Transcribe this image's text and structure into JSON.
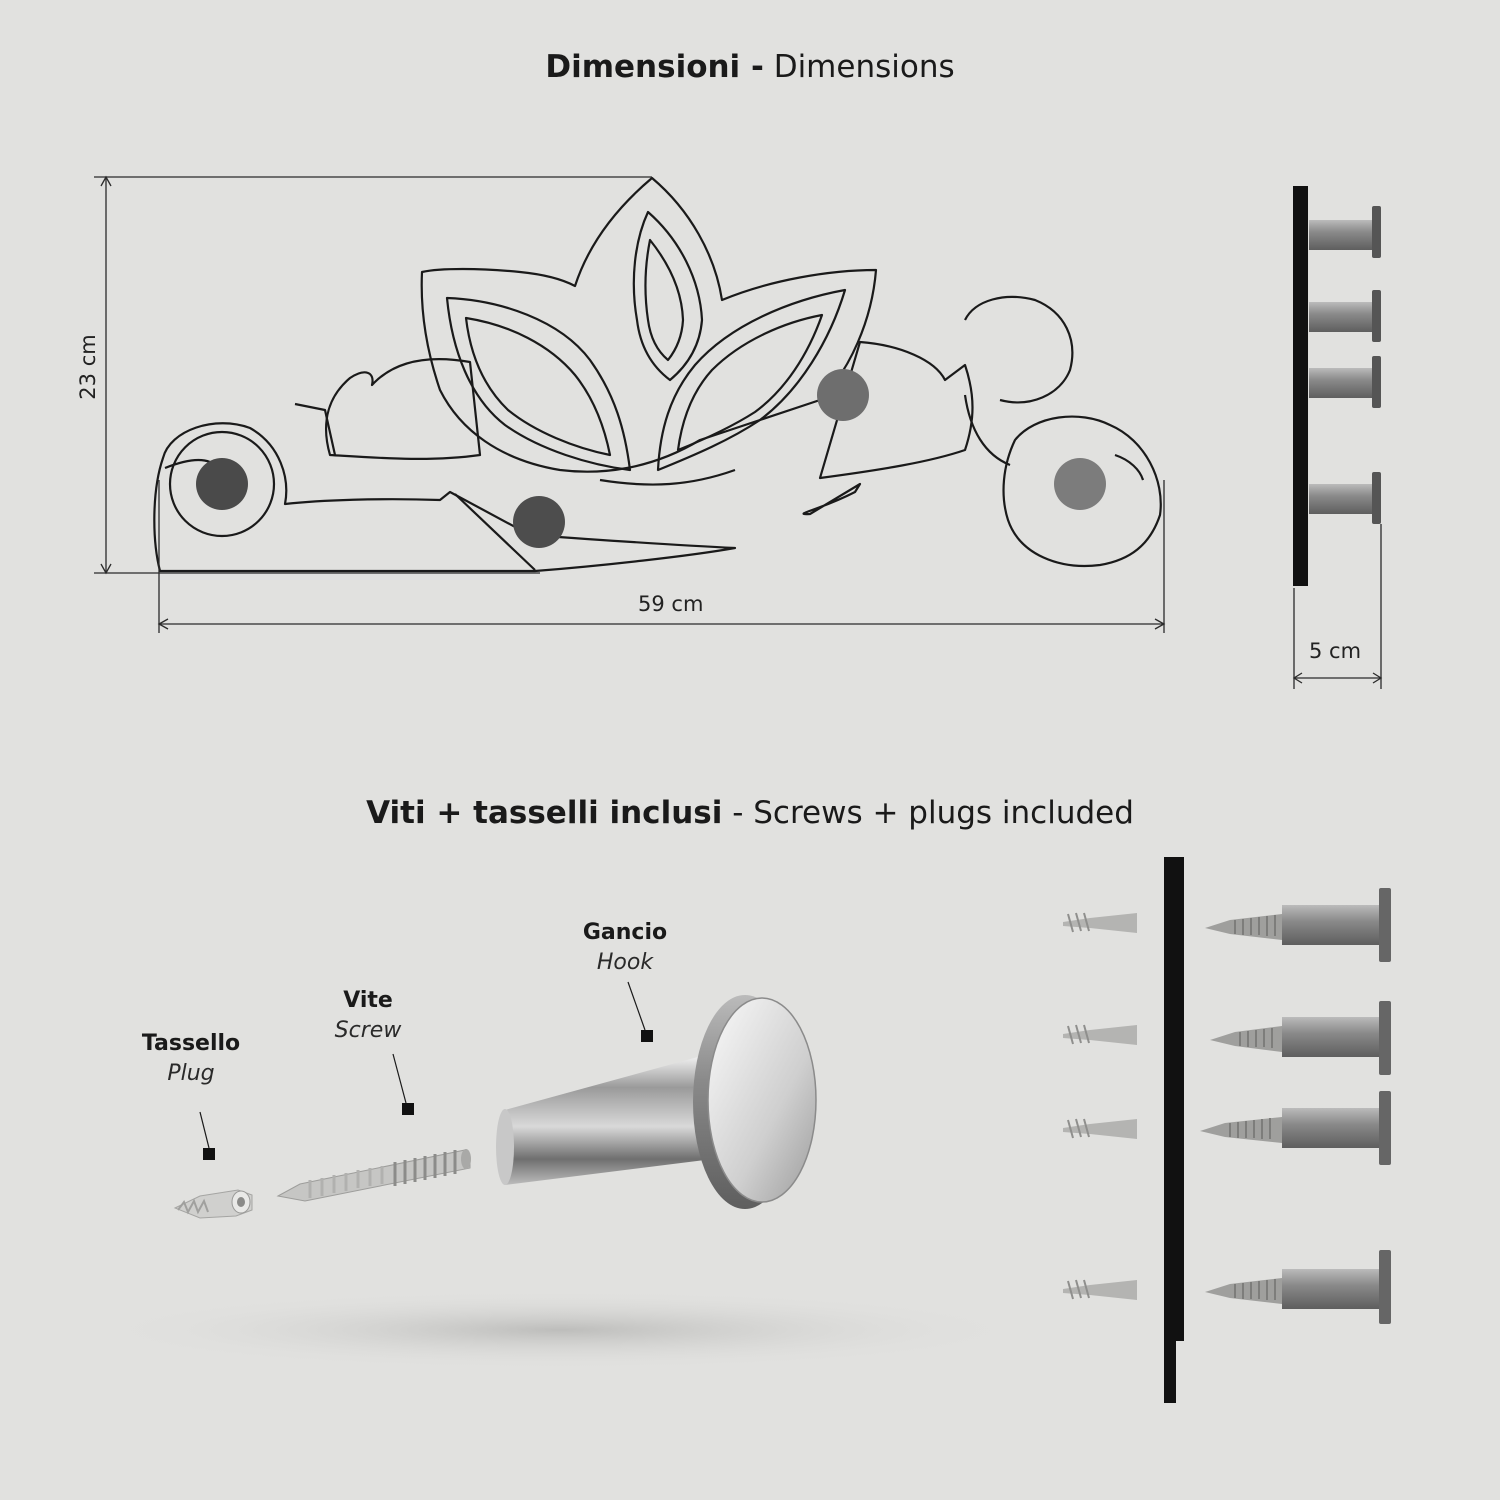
{
  "titles": {
    "dimensions_it": "Dimensioni -",
    "dimensions_en": "Dimensions",
    "included_it": "Viti + tasselli inclusi",
    "included_sep": " - ",
    "included_en": "Screws + plugs included"
  },
  "dimensions": {
    "height": "23 cm",
    "width": "59 cm",
    "depth": "5 cm"
  },
  "parts": {
    "plug": {
      "it": "Tassello",
      "en": "Plug"
    },
    "screw": {
      "it": "Vite",
      "en": "Screw"
    },
    "hook": {
      "it": "Gancio",
      "en": "Hook"
    }
  },
  "colors": {
    "background": "#e1e1df",
    "outline": "#1a1a1a",
    "hook_dark": "#4a4a4a",
    "hook_light": "#7a7a7a"
  }
}
